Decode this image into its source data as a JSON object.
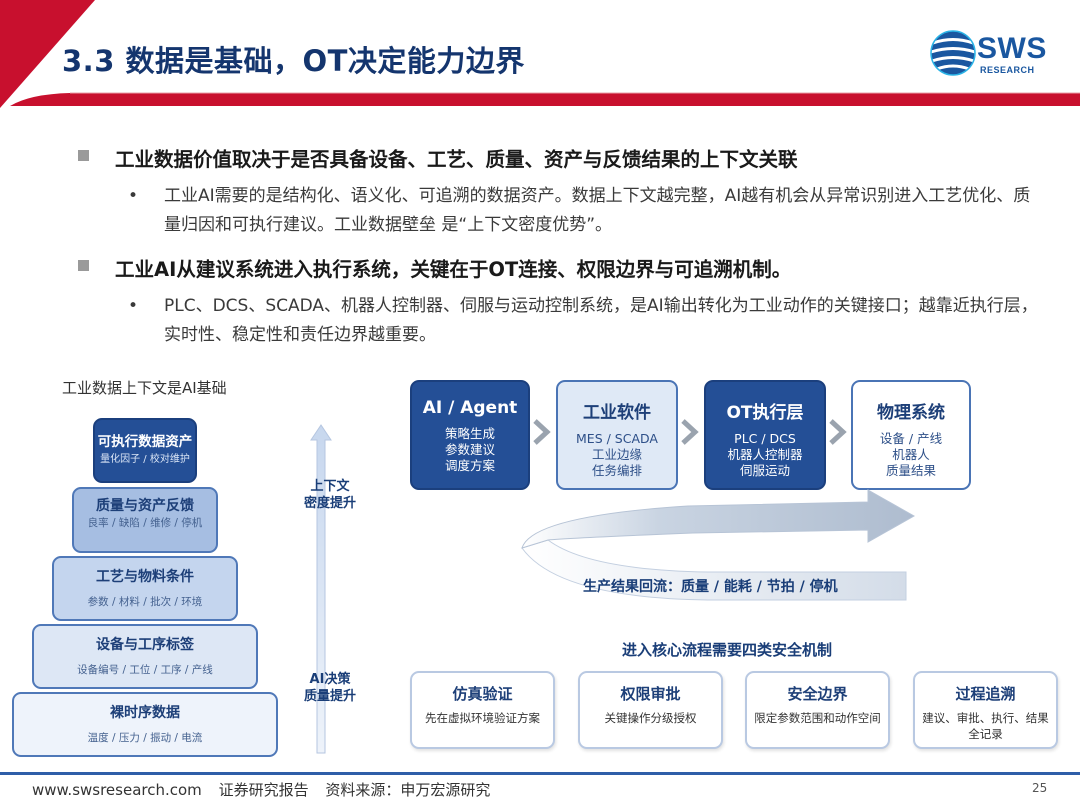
{
  "header": {
    "title": "3.3 数据是基础，OT决定能力边界",
    "logo_main": "SWS",
    "logo_sub": "RESEARCH",
    "accent_red": "#c8102e",
    "brand_blue": "#1a57a0"
  },
  "bullets": [
    {
      "heading": "工业数据价值取决于是否具备设备、工艺、质量、资产与反馈结果的上下文关联",
      "detail": "工业AI需要的是结构化、语义化、可追溯的数据资产。数据上下文越完整，AI越有机会从异常识别进入工艺优化、质量归因和可执行建议。工业数据壁垒 是“上下文密度优势”。"
    },
    {
      "heading": "工业AI从建议系统进入执行系统，关键在于OT连接、权限边界与可追溯机制。",
      "detail": "PLC、DCS、SCADA、机器人控制器、伺服与运动控制系统，是AI输出转化为工业动作的关键接口；越靠近执行层，实时性、稳定性和责任边界越重要。"
    }
  ],
  "pyramid": {
    "title": "工业数据上下文是AI基础",
    "layers": [
      {
        "name": "可执行数据资产",
        "sub": "量化因子 / 校对维护"
      },
      {
        "name": "质量与资产反馈",
        "sub": "良率 / 缺陷 / 维修 / 停机"
      },
      {
        "name": "工艺与物料条件",
        "sub": "参数 / 材料 / 批次 / 环境"
      },
      {
        "name": "设备与工序标签",
        "sub": "设备编号 / 工位 / 工序 / 产线"
      },
      {
        "name": "裸时序数据",
        "sub": "温度 / 压力 / 振动 / 电流"
      }
    ],
    "axis_top": "上下文\n密度提升",
    "axis_bottom": "AI决策\n质量提升"
  },
  "flow": {
    "boxes": [
      {
        "name": "AI / Agent",
        "items": [
          "策略生成",
          "参数建议",
          "调度方案"
        ]
      },
      {
        "name": "工业软件",
        "items": [
          "MES / SCADA",
          "工业边缘",
          "任务编排"
        ]
      },
      {
        "name": "OT执行层",
        "items": [
          "PLC / DCS",
          "机器人控制器",
          "伺服运动"
        ]
      },
      {
        "name": "物理系统",
        "items": [
          "设备 / 产线",
          "机器人",
          "质量结果"
        ]
      }
    ],
    "feedback": "生产结果回流：质量 / 能耗 / 节拍 / 停机"
  },
  "safety": {
    "title": "进入核心流程需要四类安全机制",
    "items": [
      {
        "name": "仿真验证",
        "desc": "先在虚拟环境验证方案"
      },
      {
        "name": "权限审批",
        "desc": "关键操作分级授权"
      },
      {
        "name": "安全边界",
        "desc": "限定参数范围和动作空间"
      },
      {
        "name": "过程追溯",
        "desc": "建议、审批、执行、结果全记录"
      }
    ]
  },
  "footer": {
    "url": "www.swsresearch.com",
    "report_type": "证券研究报告",
    "source": "资料来源：申万宏源研究",
    "page": "25"
  }
}
